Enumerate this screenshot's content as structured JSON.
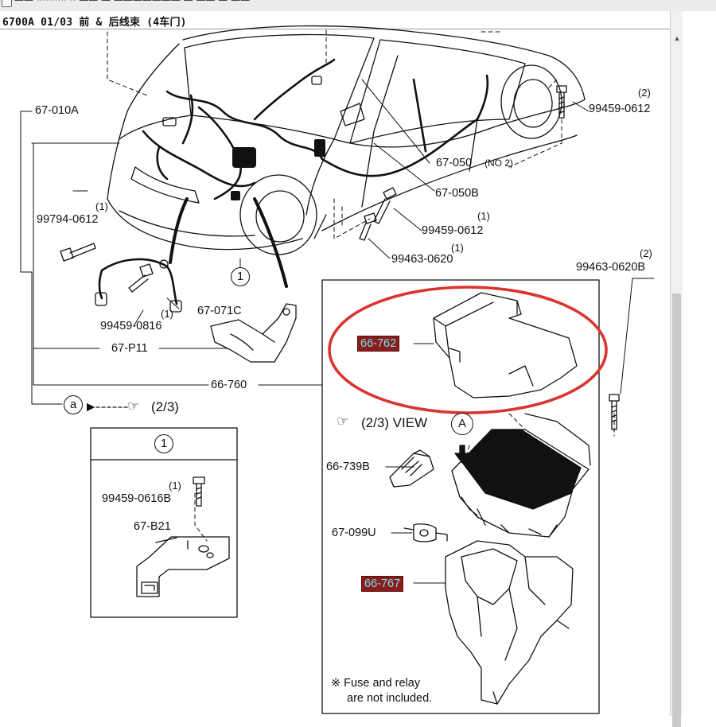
{
  "window": {
    "title": "6700A 01/03 前 & 后线束 (4车门)",
    "partial_top_text": "—— ·········· ·· —— — ——————— — —— — ——"
  },
  "icons": {
    "window_icon": "window-icon",
    "scroll_up": "scroll-up-arrow-icon",
    "pointer": "pointing-hand-icon",
    "arrow": "arrow-left-icon",
    "reference": "circled-reference-icon"
  },
  "colors": {
    "highlight_bg": "#8a1c1c",
    "highlight_text": "#6fe6ef",
    "annotation_ring": "#d9352f",
    "line": "#111111"
  },
  "callouts": {
    "ref_67_010A": "67-010A",
    "ref_99459_0612_top": "99459-0612",
    "qty_99459_0612_top": "(2)",
    "ref_67_050": "67-050",
    "ref_67_050_note": "(NO 2)",
    "ref_67_050B": "67-050B",
    "ref_99794_0612": "99794-0612",
    "qty_99794_0612": "(1)",
    "ref_99459_0612_mid": "99459-0612",
    "qty_99459_0612_mid": "(1)",
    "ref_99463_0620": "99463-0620",
    "qty_99463_0620": "(1)",
    "ref_99463_0620B": "99463-0620B",
    "qty_99463_0620B": "(2)",
    "ref_99459_0816": "99459-0816",
    "qty_99459_0816": "(1)",
    "ref_67_071C": "67-071C",
    "ref_67_P11": "67-P11",
    "ref_66_760": "66-760",
    "circle_1": "1",
    "circle_a": "a",
    "page_ref_a": "(2/3)"
  },
  "detail_box": {
    "header": "1",
    "ref_99459_0616B": "99459-0616B",
    "qty_99459_0616B": "(1)",
    "ref_67_B21": "67-B21"
  },
  "inset_box": {
    "highlight_66_762": "66-762",
    "view_ref": "(2/3) VIEW",
    "view_letter": "A",
    "ref_66_739B": "66-739B",
    "ref_67_099U": "67-099U",
    "highlight_66_767": "66-767",
    "note_line1": "※ Fuse and relay",
    "note_line2": "are not included."
  }
}
